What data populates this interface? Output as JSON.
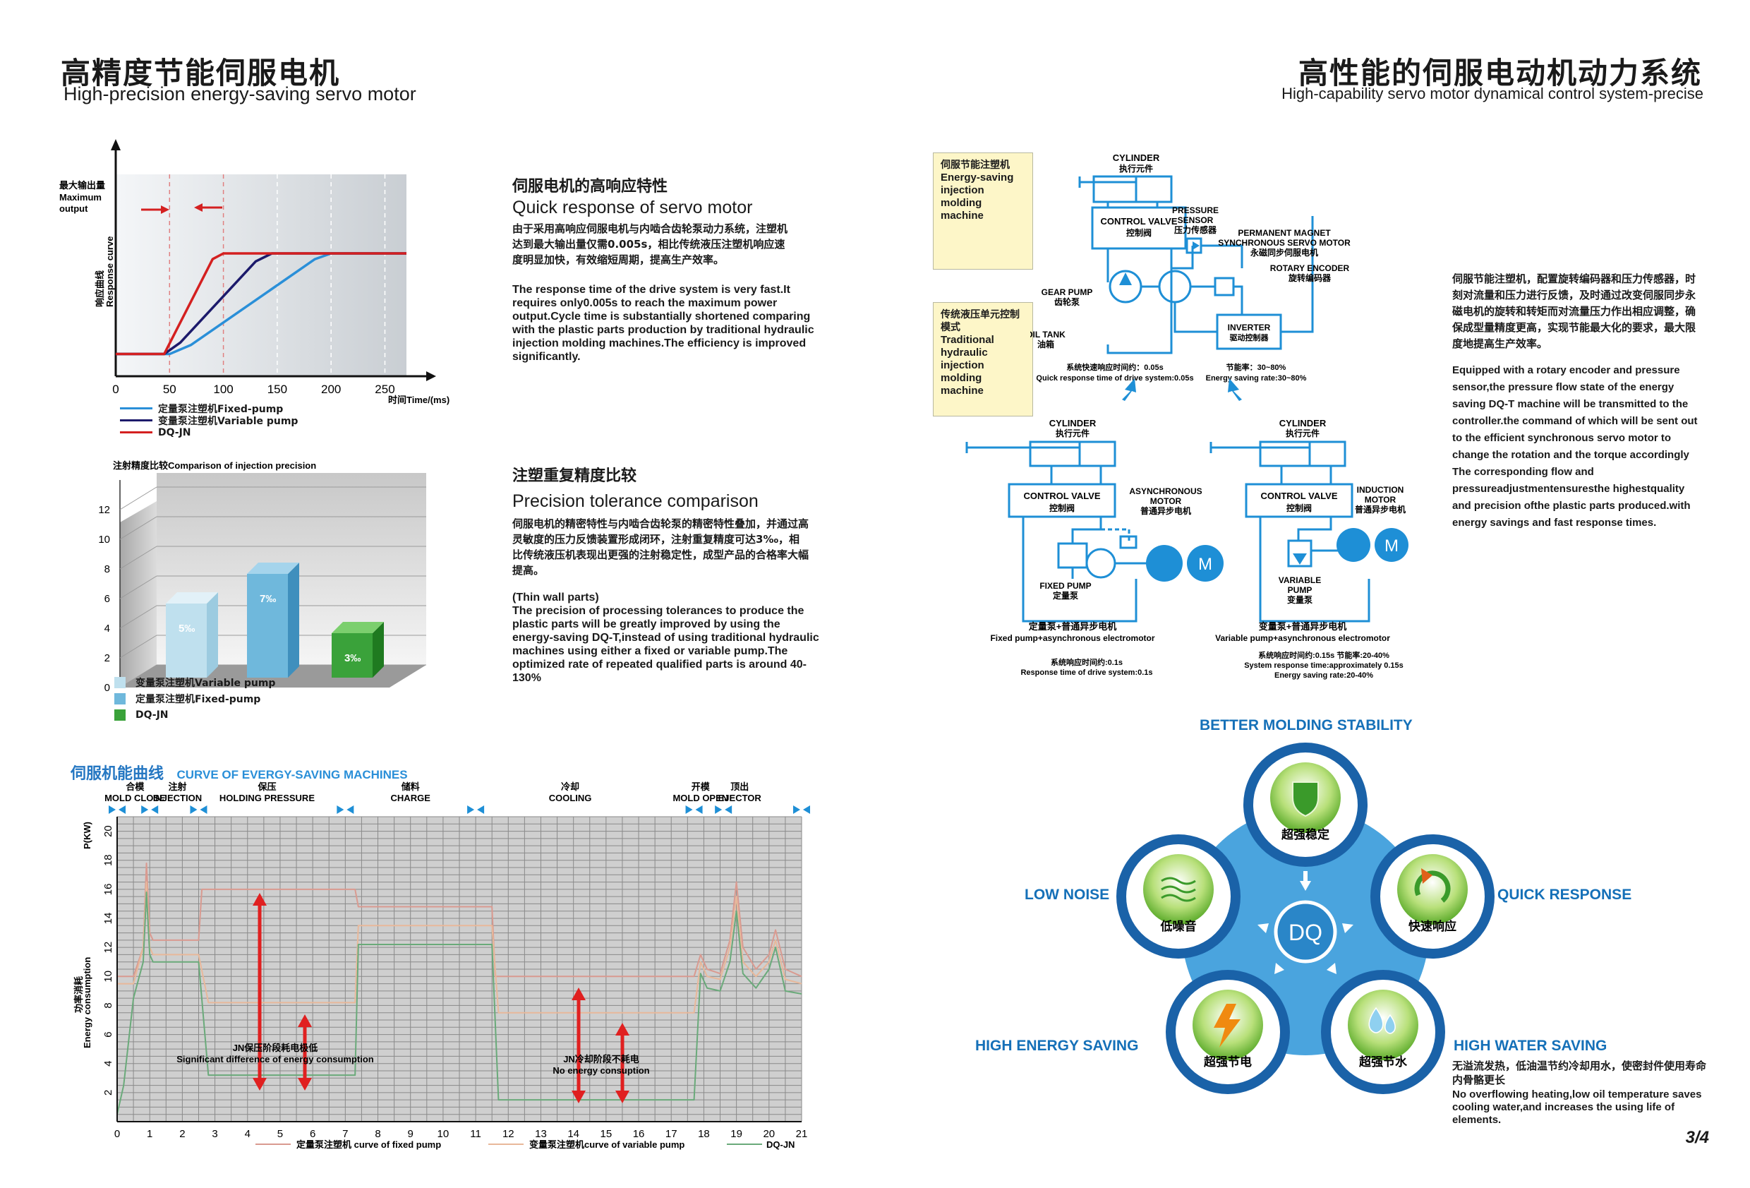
{
  "left_header": {
    "title_cn": "高精度节能伺服电机",
    "title_en": "High-precision energy-saving servo motor"
  },
  "right_header": {
    "title_cn": "高性能的伺服电动机动力系统",
    "title_en": "High-capability servo motor dynamical control system-precise"
  },
  "quick_response": {
    "heading_cn": "伺服电机的高响应特性",
    "heading_en": "Quick response of servo motor",
    "body_cn": "由于采用高响应伺服电机与内啮合齿轮泵动力系统，注塑机达到最大输出量仅需0.005s，相比传统液压注塑机响应速度明显加快，有效缩短周期，提高生产效率。",
    "body_en": "The response time of the drive system is very fast.It requires only0.005s to reach the maximum power output.Cycle time is substantially shortened comparing with the plastic parts production by traditional hydraulic injection molding machines.The efficiency is improved significantly."
  },
  "precision": {
    "heading_cn": "注塑重复精度比较",
    "heading_en": "Precision tolerance comparison",
    "body_cn": "伺服电机的精密特性与内啮合齿轮泵的精密特性叠加，并通过高灵敏度的压力反馈装置形成闭环，注射重复精度可达3‰，相比传统液压机表现出更强的注射稳定性，成型产品的合格率大幅提高。",
    "body_en_note": "(Thin wall parts)",
    "body_en": "The precision of processing tolerances to produce the plastic parts will be greatly improved by using the energy-saving DQ-T,instead of using traditional hydraulic machines using either a fixed or variable pump.The optimized rate of repeated qualified parts is around 40-130%"
  },
  "chart_data": [
    {
      "type": "line",
      "title": "",
      "ylabel_cn": "响应曲线",
      "ylabel_en": "Response curve",
      "ymax_label_cn": "最大输出量",
      "ymax_label_en": "Maximum output",
      "xlabel": "时间Time/(ms)",
      "x_ticks": [
        0,
        50,
        100,
        150,
        200,
        250
      ],
      "xlim": [
        0,
        270
      ],
      "ylim": [
        0,
        1
      ],
      "series": [
        {
          "name": "定量泵注塑机Fixed-pump",
          "color": "#2a8fd8",
          "x": [
            0,
            50,
            70,
            185,
            200,
            270
          ],
          "y": [
            0.12,
            0.12,
            0.2,
            0.95,
            1,
            1
          ]
        },
        {
          "name": "变量泵注塑机Variable pump",
          "color": "#1c1a6b",
          "x": [
            0,
            45,
            60,
            130,
            145,
            270
          ],
          "y": [
            0.12,
            0.12,
            0.22,
            0.93,
            1,
            1
          ]
        },
        {
          "name": "DQ-JN",
          "color": "#d42020",
          "x": [
            0,
            45,
            90,
            100,
            270
          ],
          "y": [
            0.12,
            0.12,
            0.95,
            1,
            1
          ]
        }
      ]
    },
    {
      "type": "bar",
      "title": "注射精度比较Comparison of injection precision",
      "categories": [
        "变量泵注塑机Variable pump",
        "定量泵注塑机Fixed-pump",
        "DQ-JN"
      ],
      "values": [
        5,
        7,
        3
      ],
      "value_labels": [
        "5‰",
        "7‰",
        "3‰"
      ],
      "colors": [
        "#bfe0ee",
        "#6fb8dc",
        "#3aa23a"
      ],
      "y_ticks": [
        0,
        2,
        4,
        6,
        8,
        10,
        12
      ],
      "ylim": [
        0,
        12
      ]
    },
    {
      "type": "line",
      "title": "CURVE OF EVERGY-SAVING MACHINES",
      "title_cn": "伺服机能曲线",
      "ylabel_cn": "功率消耗",
      "ylabel_en": "Energy consumption",
      "yunit": "P(KW)",
      "x_ticks": [
        0,
        1,
        2,
        3,
        4,
        5,
        6,
        7,
        8,
        9,
        10,
        11,
        12,
        13,
        14,
        15,
        16,
        17,
        18,
        19,
        20,
        21
      ],
      "y_ticks": [
        2,
        4,
        6,
        8,
        10,
        12,
        14,
        16,
        18,
        20
      ],
      "xlim": [
        0,
        21
      ],
      "ylim": [
        0,
        21
      ],
      "phases": [
        {
          "cn": "合模",
          "en": "MOLD CLOSE"
        },
        {
          "cn": "注射",
          "en": "INJECTION"
        },
        {
          "cn": "保压",
          "en": "HOLDING PRESSURE"
        },
        {
          "cn": "储料",
          "en": "CHARGE"
        },
        {
          "cn": "冷却",
          "en": "COOLING"
        },
        {
          "cn": "开模",
          "en": "MOLD OPEN"
        },
        {
          "cn": "顶出",
          "en": "EJECTOR"
        }
      ],
      "annotations": [
        {
          "cn": "JN保压阶段耗电极低",
          "en": "Significant difference of energy consumption"
        },
        {
          "cn": "JN冷却阶段不耗电",
          "en": "No energy consuption"
        }
      ],
      "series": [
        {
          "name": "定量泵注塑机 curve of fixed pump",
          "color": "#d99a90",
          "x": [
            0,
            0.5,
            0.8,
            0.9,
            1.0,
            1.1,
            1.5,
            2.5,
            2.6,
            7.3,
            7.4,
            11.5,
            11.6,
            17.7,
            17.9,
            18.1,
            18.5,
            18.8,
            19.0,
            19.2,
            19.6,
            20.0,
            20.2,
            20.5,
            21
          ],
          "y": [
            10,
            10,
            12,
            17.8,
            13,
            12.5,
            12.5,
            12.5,
            16,
            16,
            14.8,
            14.8,
            10,
            10,
            11.5,
            10.5,
            10.2,
            12.5,
            16.5,
            12,
            10.5,
            11.5,
            13.2,
            10.5,
            10
          ]
        },
        {
          "name": "变量泵注塑机curve of variable pump",
          "color": "#e8b89a",
          "x": [
            0,
            0.5,
            0.8,
            0.9,
            1.0,
            1.1,
            1.5,
            2.5,
            2.8,
            7.3,
            7.4,
            11.5,
            11.7,
            17.7,
            17.9,
            18.1,
            18.5,
            18.8,
            19.0,
            19.2,
            19.6,
            20.0,
            20.2,
            20.5,
            21
          ],
          "y": [
            9.5,
            9.5,
            12,
            16.5,
            12,
            11.5,
            11.5,
            11.5,
            8.2,
            8.2,
            13.5,
            13.5,
            7.5,
            7.5,
            11,
            10,
            9.8,
            12,
            15.5,
            11,
            10,
            11,
            12.5,
            9.8,
            9.5
          ]
        },
        {
          "name": "DQ-JN",
          "color": "#6aaa7a",
          "x": [
            0,
            0.2,
            0.5,
            0.8,
            0.9,
            1.0,
            1.1,
            1.5,
            2.5,
            2.8,
            7.3,
            7.4,
            11.5,
            11.7,
            17.7,
            17.9,
            18.1,
            18.5,
            18.8,
            19.0,
            19.2,
            19.6,
            20.0,
            20.2,
            20.5,
            21
          ],
          "y": [
            0.5,
            2.5,
            8.5,
            11,
            15.8,
            11.5,
            11,
            11,
            11,
            3.2,
            3.2,
            12.2,
            12.2,
            1.5,
            1.5,
            10.2,
            9.2,
            9,
            11,
            14.5,
            10.2,
            9.2,
            10.5,
            12,
            9,
            8.8
          ]
        }
      ]
    }
  ],
  "hydraulic_diagram": {
    "top_system": {
      "note_cn": "伺服节能注塑机",
      "note_en": "Energy-saving injection molding machine",
      "cylinder": {
        "en": "CYLINDER",
        "cn": "执行元件"
      },
      "control_valve": {
        "en": "CONTROL VALVE",
        "cn": "控制阀"
      },
      "pressure_sensor": {
        "en": "PRESSURE SENSOR",
        "cn": "压力传感器"
      },
      "pm_motor": {
        "en": "PERMANENT MAGNET SYNCHRONOUS SERVO MOTOR",
        "cn": "永磁同步伺服电机"
      },
      "rotary_encoder": {
        "en": "ROTARY ENCODER",
        "cn": "旋转编码器"
      },
      "gear_pump": {
        "en": "GEAR PUMP",
        "cn": "齿轮泵"
      },
      "oil_tank": {
        "en": "OIL TANK",
        "cn": "油箱"
      },
      "inverter": {
        "en": "INVERTER",
        "cn": "驱动控制器"
      },
      "response_cn": "系统快速响应时间约：0.05s",
      "response_en": "Quick response time of drive system:0.05s",
      "saving_cn": "节能率：30~80%",
      "saving_en": "Energy saving rate:30~80%"
    },
    "traditional_note": {
      "cn": "传统液压单元控制模式",
      "en": "Traditional hydraulic injection molding machine"
    },
    "left_system": {
      "cylinder": {
        "en": "CYLINDER",
        "cn": "执行元件"
      },
      "control_valve": {
        "en": "CONTROL VALVE",
        "cn": "控制阀"
      },
      "motor": {
        "en": "ASYNCHRONOUS MOTOR",
        "cn": "普通异步电机"
      },
      "pump": {
        "en": "FIXED PUMP",
        "cn": "定量泵"
      },
      "motor_symbol": "M",
      "caption_cn": "定量泵+普通异步电机",
      "caption_en": "Fixed pump+asynchronous electromotor",
      "response_cn": "系统响应时间约:0.1s",
      "response_en": "Response time of drive system:0.1s"
    },
    "right_system": {
      "cylinder": {
        "en": "CYLINDER",
        "cn": "执行元件"
      },
      "control_valve": {
        "en": "CONTROL VALVE",
        "cn": "控制阀"
      },
      "motor": {
        "en": "INDUCTION MOTOR",
        "cn": "普通异步电机"
      },
      "pump": {
        "en": "VARIABLE PUMP",
        "cn": "变量泵"
      },
      "motor_symbol": "M",
      "caption_cn": "变量泵+普通异步电机",
      "caption_en": "Variable pump+asynchronous electromotor",
      "response_cn": "系统响应时间约:0.15s 节能率:20-40%",
      "response_en": "System response time:approximately 0.15s",
      "saving_en": "Energy saving rate:20-40%"
    }
  },
  "right_text": {
    "body_cn": "伺服节能注塑机，配置旋转编码器和压力传感器，时刻对流量和压力进行反馈，及时通过改变伺服同步永磁电机的旋转和转矩而对流量压力作出相应调整，确保成型量精度更高，实现节能最大化的要求，最大限度地提高生产效率。",
    "body_en": "Equipped with a rotary encoder and pressure sensor,the pressure flow state of the energy saving DQ-T machine will be transmitted to the controller.the command of which will be sent out to the efficient synchronous servo motor to change the rotation and the torque accordingly The corresponding flow and pressureadjustmentensuresthe highestquality and precision ofthe plastic parts produced.with energy savings and fast response times."
  },
  "features": {
    "center": "DQ",
    "top": {
      "label": "BETTER MOLDING STABILITY",
      "cn": "超强稳定",
      "icon": "shield-icon"
    },
    "left": {
      "label": "LOW NOISE",
      "cn": "低噪音",
      "icon": "waves-icon"
    },
    "right": {
      "label": "QUICK RESPONSE",
      "cn": "快速响应",
      "icon": "refresh-icon"
    },
    "bottom_left": {
      "label": "HIGH ENERGY SAVING",
      "cn": "超强节电",
      "icon": "lightning-icon"
    },
    "bottom_right": {
      "label": "HIGH WATER SAVING",
      "cn": "超强节水",
      "icon": "water-drop-icon"
    },
    "water_note_cn": "无溢流发热，低油温节约冷却用水，使密封件使用寿命内骨骼更长",
    "water_note_en": "No overflowing heating,low oil temperature saves cooling water,and increases the using life of elements."
  },
  "page_number": "3/4"
}
